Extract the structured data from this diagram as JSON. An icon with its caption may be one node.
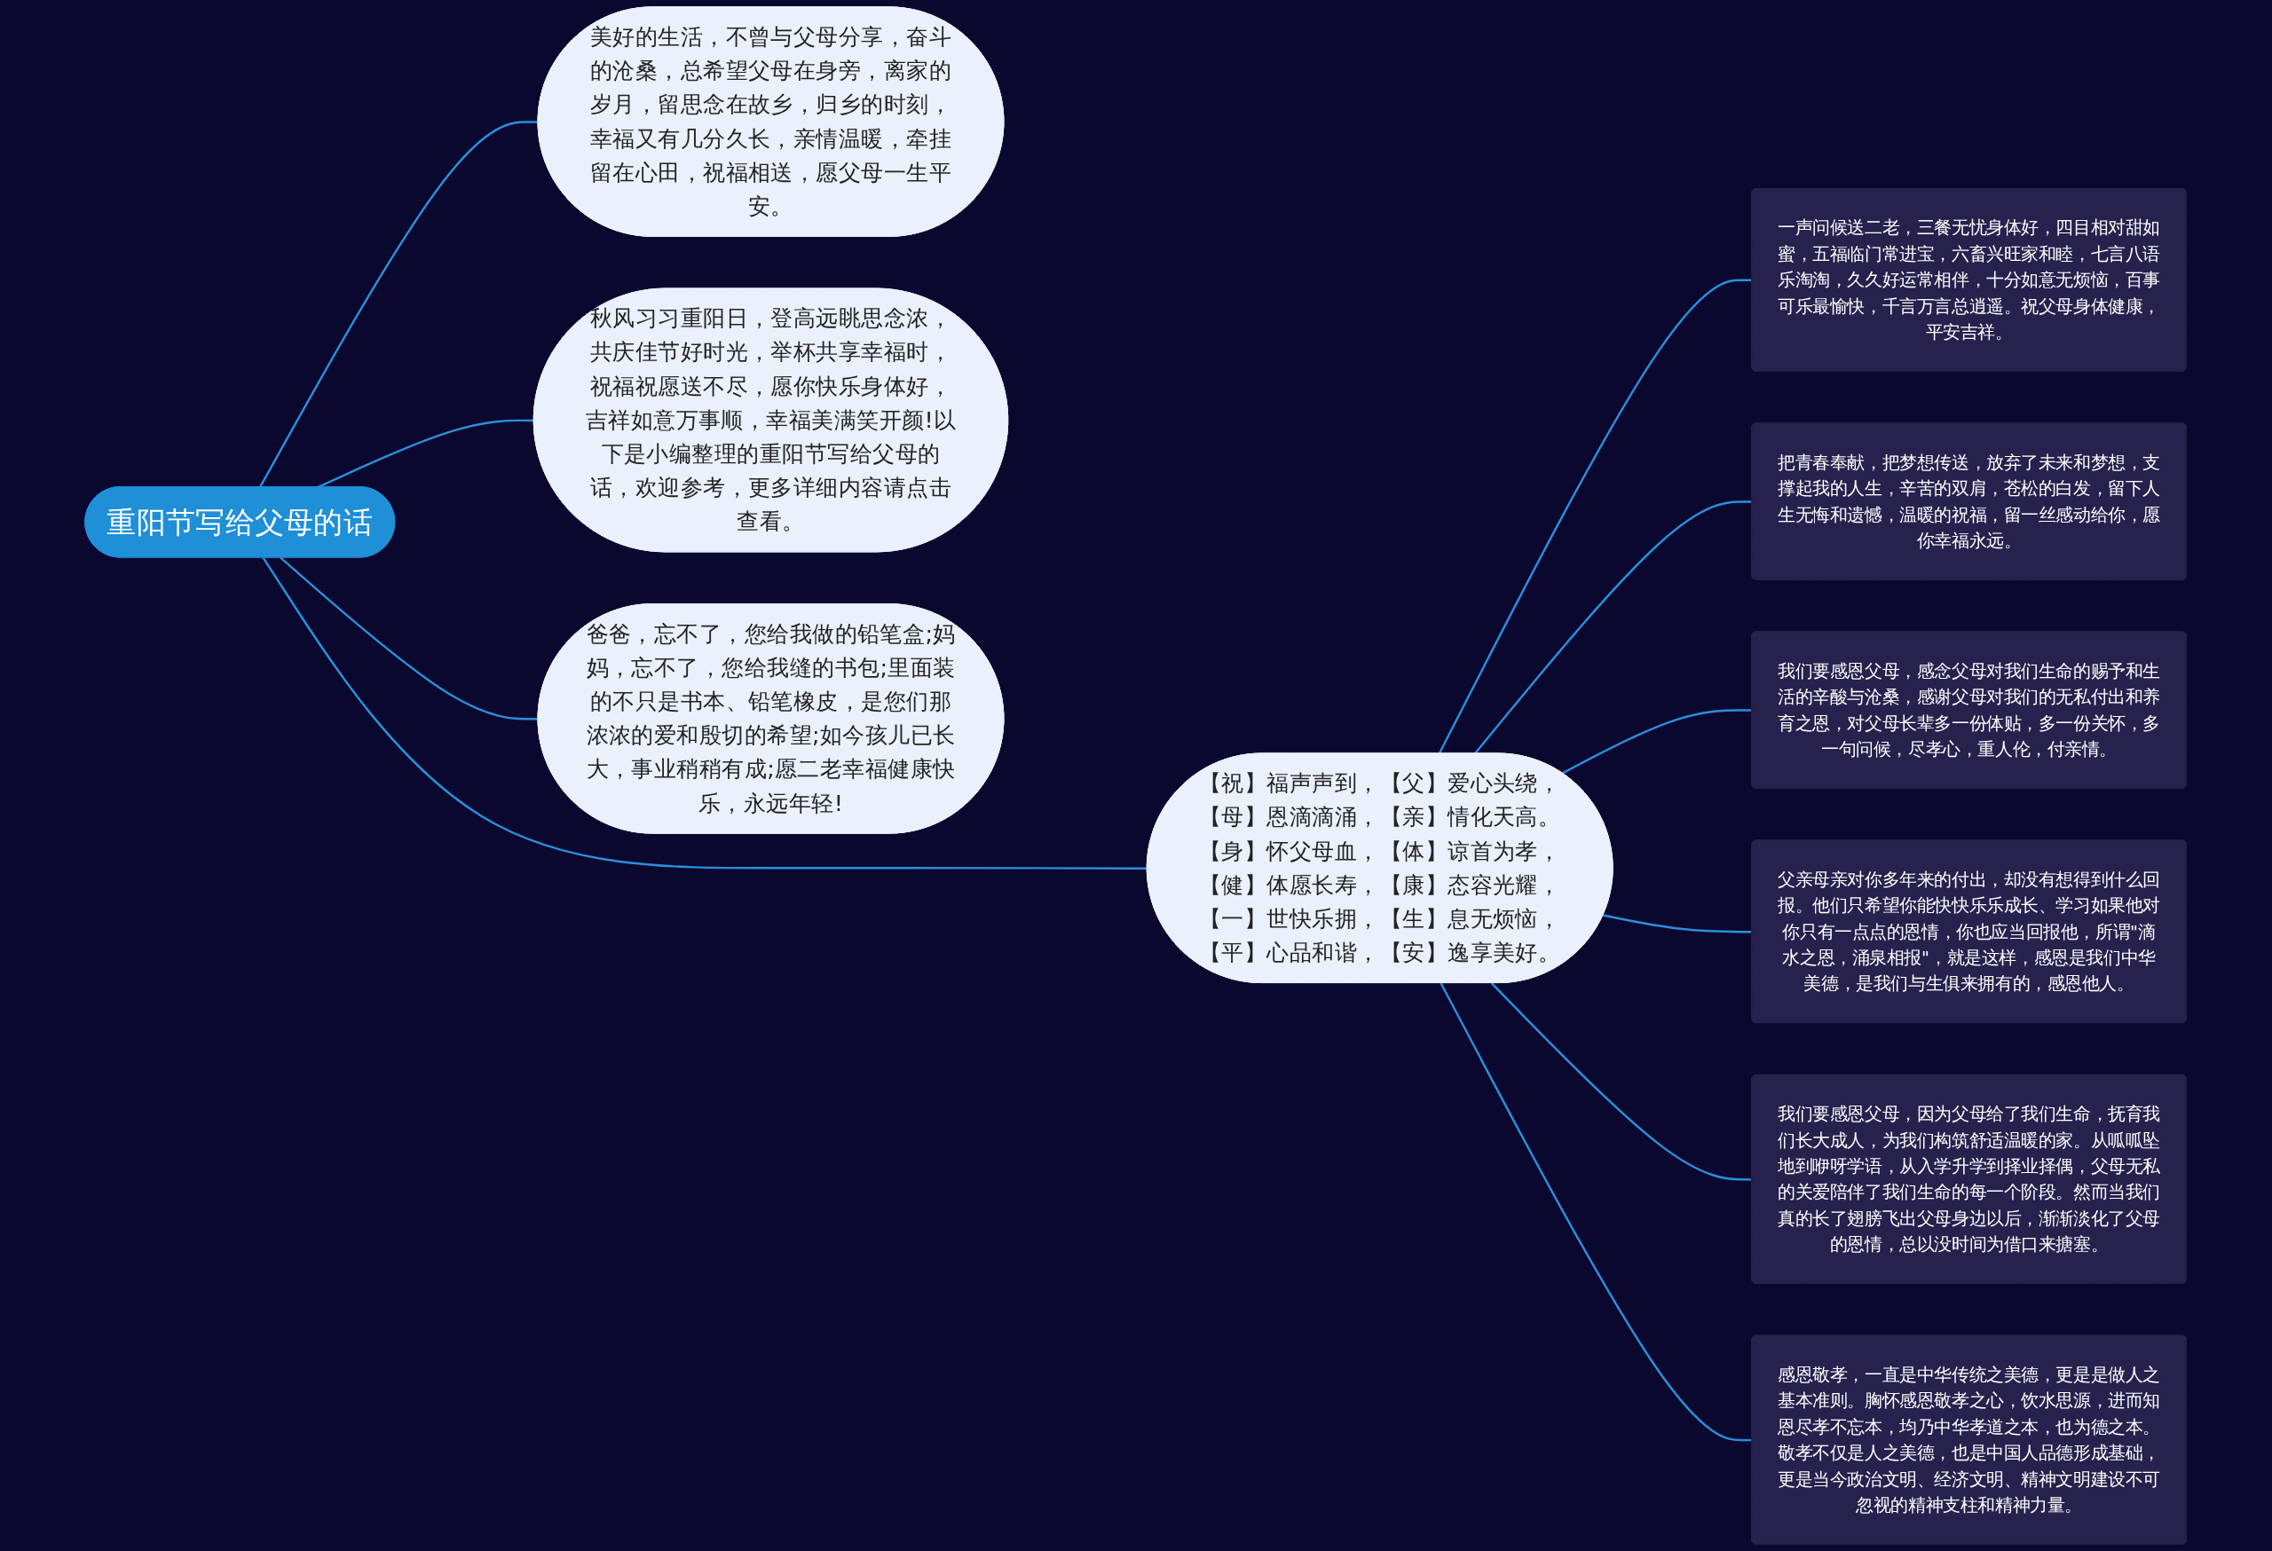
{
  "diagram": {
    "nodes": [
      {
        "text": [
          "重阳节写给父母的话"
        ]
      },
      {
        "text": [
          "美好的生活，不曾与父母分享，奋斗的沧桑，总希望父母在身旁，离家的岁月，留思念在故乡，归乡的时刻，幸福又有几分久长，亲情温暖，牵挂留在心田，祝福相送，愿父母一生平安。"
        ]
      },
      {
        "text": [
          "秋风习习重阳日，登高远眺思念浓，共庆佳节好时光，举杯共享幸福时，祝福祝愿送不尽，愿你快乐身体好，吉祥如意万事顺，幸福美满笑开颜!以下是小编整理的重阳节写给父母的话，欢迎参考，更多详细内容请点击查看。"
        ]
      },
      {
        "text": [
          "爸爸，忘不了，您给我做的铅笔盒;妈妈，忘不了，您给我缝的书包;里面装的不只是书本、铅笔橡皮，是您们那浓浓的爱和殷切的希望;如今孩儿已长大，事业稍稍有成;愿二老幸福健康快乐，永远年轻!"
        ]
      },
      {
        "text": [
          "【祝】福声声到，【父】爱心头绕，【母】恩滴滴涌，【亲】情化天高。【身】怀父母血，【体】谅首为孝，【健】体愿长寿，【康】态容光耀，【一】世快乐拥，【生】息无烦恼，【平】心品和谐，【安】逸享美好。"
        ]
      },
      {
        "text": [
          "一声问候送二老，三餐无忧身体好，四目相对甜如蜜，五福临门常进宝，六畜兴旺家和睦，七言八语乐淘淘，久久好运常相伴，十分如意无烦恼，百事可乐最愉快，千言万言总逍遥。祝父母身体健康，平安吉祥。"
        ]
      },
      {
        "text": [
          "把青春奉献，把梦想传送，放弃了未来和梦想，支撑起我的人生，辛苦的双肩，苍松的白发，留下人生无悔和遗憾，温暖的祝福，留一丝感动给你，愿你幸福永远。"
        ]
      },
      {
        "text": [
          "我们要感恩父母，感念父母对我们生命的赐予和生活的辛酸与沧桑，感谢父母对我们的无私付出和养育之恩，对父母长辈多一份体贴，多一份关怀，多一句问候，尽孝心，重人伦，付亲情。"
        ]
      },
      {
        "text": [
          "父亲母亲对你多年来的付出，却没有想得到什么回报。他们只希望你能快快乐乐成长、学习如果他对你只有一点点的恩情，你也应当回报他，所谓\"滴水之恩，涌泉相报\"，就是这样，感恩是我们中华美德，是我们与生俱来拥有的，感恩他人。"
        ]
      },
      {
        "text": [
          "我们要感恩父母，因为父母给了我们生命，抚育我们长大成人，为我们构筑舒适温暖的家。从呱呱坠地到咿呀学语，从入学升学到择业择偶，父母无私的关爱陪伴了我们生命的每一个阶段。然而当我们真的长了翅膀飞出父母身边以后，渐渐淡化了父母的恩情，总以没时间为借口来搪塞。"
        ]
      },
      {
        "text": [
          "感恩敬孝，一直是中华传统之美德，更是是做人之基本准则。胸怀感恩敬孝之心，饮水思源，进而知恩尽孝不忘本，均乃中华孝道之本，也为德之本。敬孝不仅是人之美德，也是中国人品德形成基础，更是当今政治文明、经济文明、精神文明建设不可忽视的精神支柱和精神力量。"
        ]
      }
    ],
    "edges": [
      {
        "from": 0,
        "to": 1,
        "arrow": "none"
      },
      {
        "from": 0,
        "to": 2,
        "arrow": "none"
      },
      {
        "from": 0,
        "to": 3,
        "arrow": "none"
      },
      {
        "from": 0,
        "to": 4,
        "arrow": "none"
      },
      {
        "from": 4,
        "to": 5,
        "arrow": "none"
      },
      {
        "from": 4,
        "to": 6,
        "arrow": "none"
      },
      {
        "from": 4,
        "to": 7,
        "arrow": "none"
      },
      {
        "from": 4,
        "to": 8,
        "arrow": "none"
      },
      {
        "from": 4,
        "to": 9,
        "arrow": "none"
      },
      {
        "from": 4,
        "to": 10,
        "arrow": "none"
      }
    ]
  }
}
